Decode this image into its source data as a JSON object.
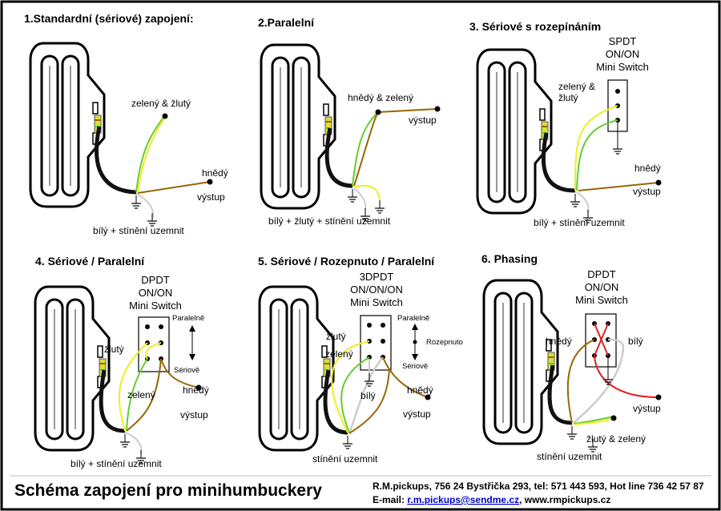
{
  "panels": [
    {
      "title": "1.Standardní (sériové) zapojení:",
      "labels": [
        "zelený & žlutý",
        "hnědý",
        "výstup",
        "bílý + stínění uzemnit"
      ]
    },
    {
      "title": "2.Paralelní",
      "labels": [
        "hnědý & zelený",
        "výstup",
        "bílý + žlutý + stínění uzemnit"
      ]
    },
    {
      "title": "3. Sériové s rozepínáním",
      "switch": [
        "SPDT",
        "ON/ON",
        "Mini Switch"
      ],
      "labels": [
        "zelený &",
        "žlutý",
        "hnědý",
        "výstup",
        "bílý + stínění uzemnit"
      ]
    },
    {
      "title": "4. Sériové / Paralelní",
      "switch": [
        "DPDT",
        "ON/ON",
        "Mini Switch"
      ],
      "labels": [
        "žlutý",
        "zelený",
        "hnědý",
        "výstup",
        "bílý + stínění uzemnit"
      ],
      "positions": [
        "Paralelně",
        "Sériově"
      ]
    },
    {
      "title": "5. Sériové / Rozepnuto / Paralelní",
      "switch": [
        "3DPDT",
        "ON/ON/ON",
        "Mini Switch"
      ],
      "labels": [
        "žlutý",
        "zelený",
        "bílý",
        "hnědý",
        "výstup",
        "stínění uzemnit"
      ],
      "positions": [
        "Paralelně",
        "Rozepnuto",
        "Sériově"
      ]
    },
    {
      "title": "6. Phasing",
      "switch": [
        "DPDT",
        "ON/ON",
        "Mini Switch"
      ],
      "labels": [
        "hnědý",
        "bílý",
        "výstup",
        "žlutý & zelený",
        "stínění uzemnit"
      ]
    }
  ],
  "footer": {
    "title": "Schéma zapojení pro minihumbuckery",
    "address": "R.M.pickups, 756 24 Bystřička 293, tel: 571 443 593, Hot line 736 42 57 87",
    "email_label": "E-mail:",
    "email": "r.m.pickups@sendme.cz",
    "web": ", www.rmpickups.cz"
  },
  "colors": {
    "green": "#66cc33",
    "yellow": "#eeee22",
    "brown": "#996600",
    "white_wire": "#cccccc",
    "red": "#dd2222",
    "cable": "#111111"
  }
}
